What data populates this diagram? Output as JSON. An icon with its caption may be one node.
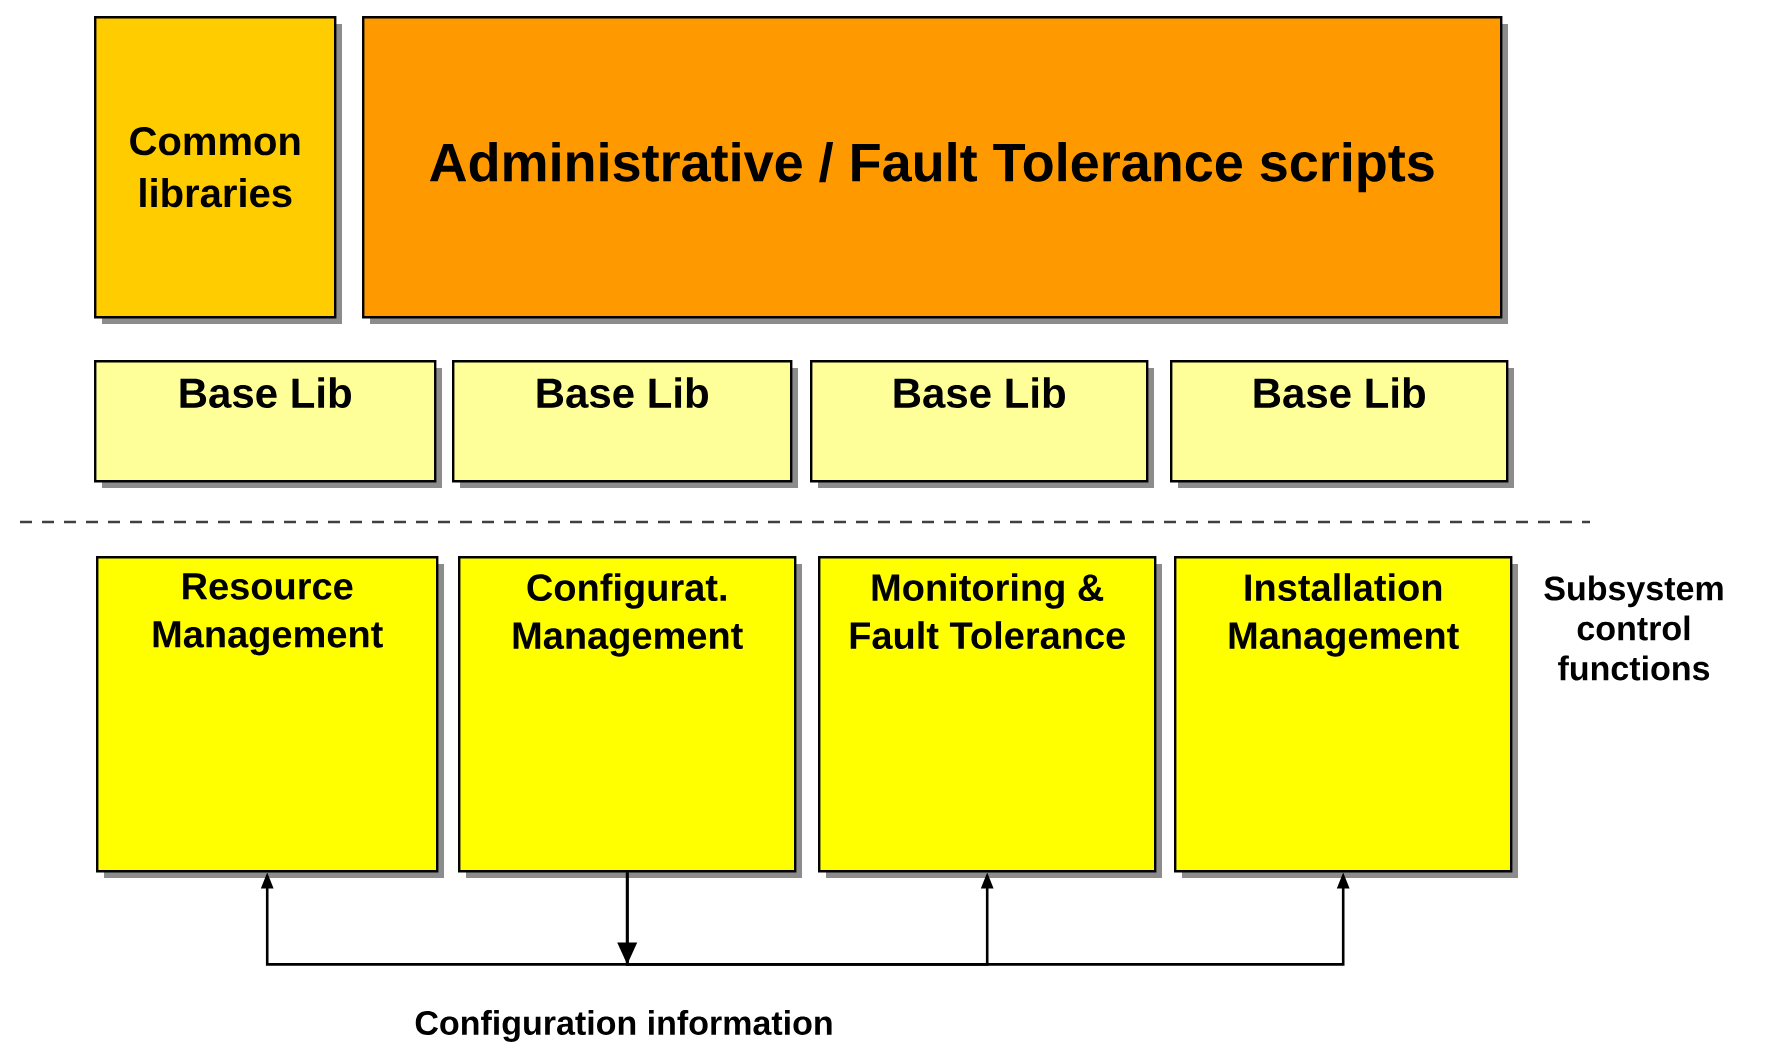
{
  "diagram": {
    "nodes": [
      {
        "text": [
          "Common libraries"
        ]
      },
      {
        "text": [
          "Administrative / Fault Tolerance scripts"
        ]
      },
      {
        "text": [
          "Base Lib"
        ]
      },
      {
        "text": [
          "Base Lib"
        ]
      },
      {
        "text": [
          "Base Lib"
        ]
      },
      {
        "text": [
          "Base Lib"
        ]
      },
      {
        "text": [
          "Resource Management"
        ]
      },
      {
        "text": [
          "Configurat. Management"
        ]
      },
      {
        "text": [
          "Monitoring & Fault Tolerance"
        ]
      },
      {
        "text": [
          "Installation Management"
        ]
      }
    ],
    "edges": [
      {
        "from": 7,
        "to": 6,
        "arrow": "to"
      },
      {
        "from": 7,
        "to": 8,
        "arrow": "to"
      },
      {
        "from": 7,
        "to": 9,
        "arrow": "to"
      }
    ],
    "labels": [
      "Subsystem control functions",
      "Configuration information"
    ]
  }
}
